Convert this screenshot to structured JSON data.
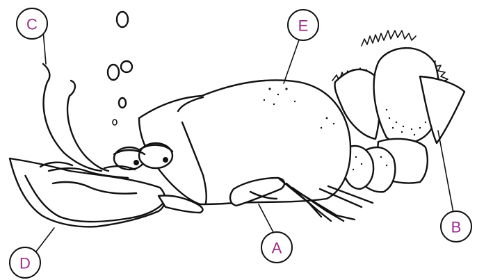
{
  "labels": {
    "a": "A",
    "b": "B",
    "c": "C",
    "d": "D",
    "e": "E"
  },
  "colors": {
    "label_text": "#9b2d8a",
    "ink": "#111111",
    "background": "#ffffff"
  }
}
